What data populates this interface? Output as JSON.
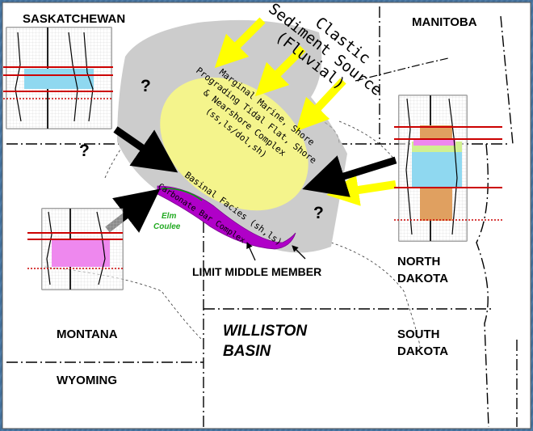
{
  "map": {
    "states": {
      "saskatchewan": "SASKATCHEWAN",
      "manitoba": "MANITOBA",
      "montana": "MONTANA",
      "wyoming": "WYOMING",
      "north_dakota_line1": "NORTH",
      "north_dakota_line2": "DAKOTA",
      "south_dakota_line1": "SOUTH",
      "south_dakota_line2": "DAKOTA"
    },
    "basin_line1": "WILLISTON",
    "basin_line2": "BASIN",
    "sediment_source_line1": "Clastic",
    "sediment_source_line2": "Sediment Source",
    "sediment_source_line3": "(Fluvial)",
    "marginal_line1": "Marginal Marine, Shore",
    "marginal_line2": "Prograding Tidal Flat, Shore",
    "marginal_line3": "& Nearshore Complex",
    "marginal_line4": "(ss,ls/dol,sh)",
    "basinal": "Basinal Facies (sh,ls)",
    "carbonate_bar": "Carbonate Bar Complex",
    "elm_coulee_line1": "Elm",
    "elm_coulee_line2": "Coulee",
    "limit_label": "LIMIT MIDDLE MEMBER",
    "question_mark": "?",
    "colors": {
      "background": "#3d6b96",
      "map_fill": "#ffffff",
      "extent_gray": "#cccccc",
      "marginal_yellow": "#f4f48c",
      "carbonate_magenta": "#b000c8",
      "arrow_yellow": "#ffff00",
      "arrow_black": "#000000",
      "log_red": "#cc0000",
      "log_blue": "#8fd8f0",
      "log_orange": "#e0a060",
      "log_pink": "#ee88ee"
    }
  }
}
